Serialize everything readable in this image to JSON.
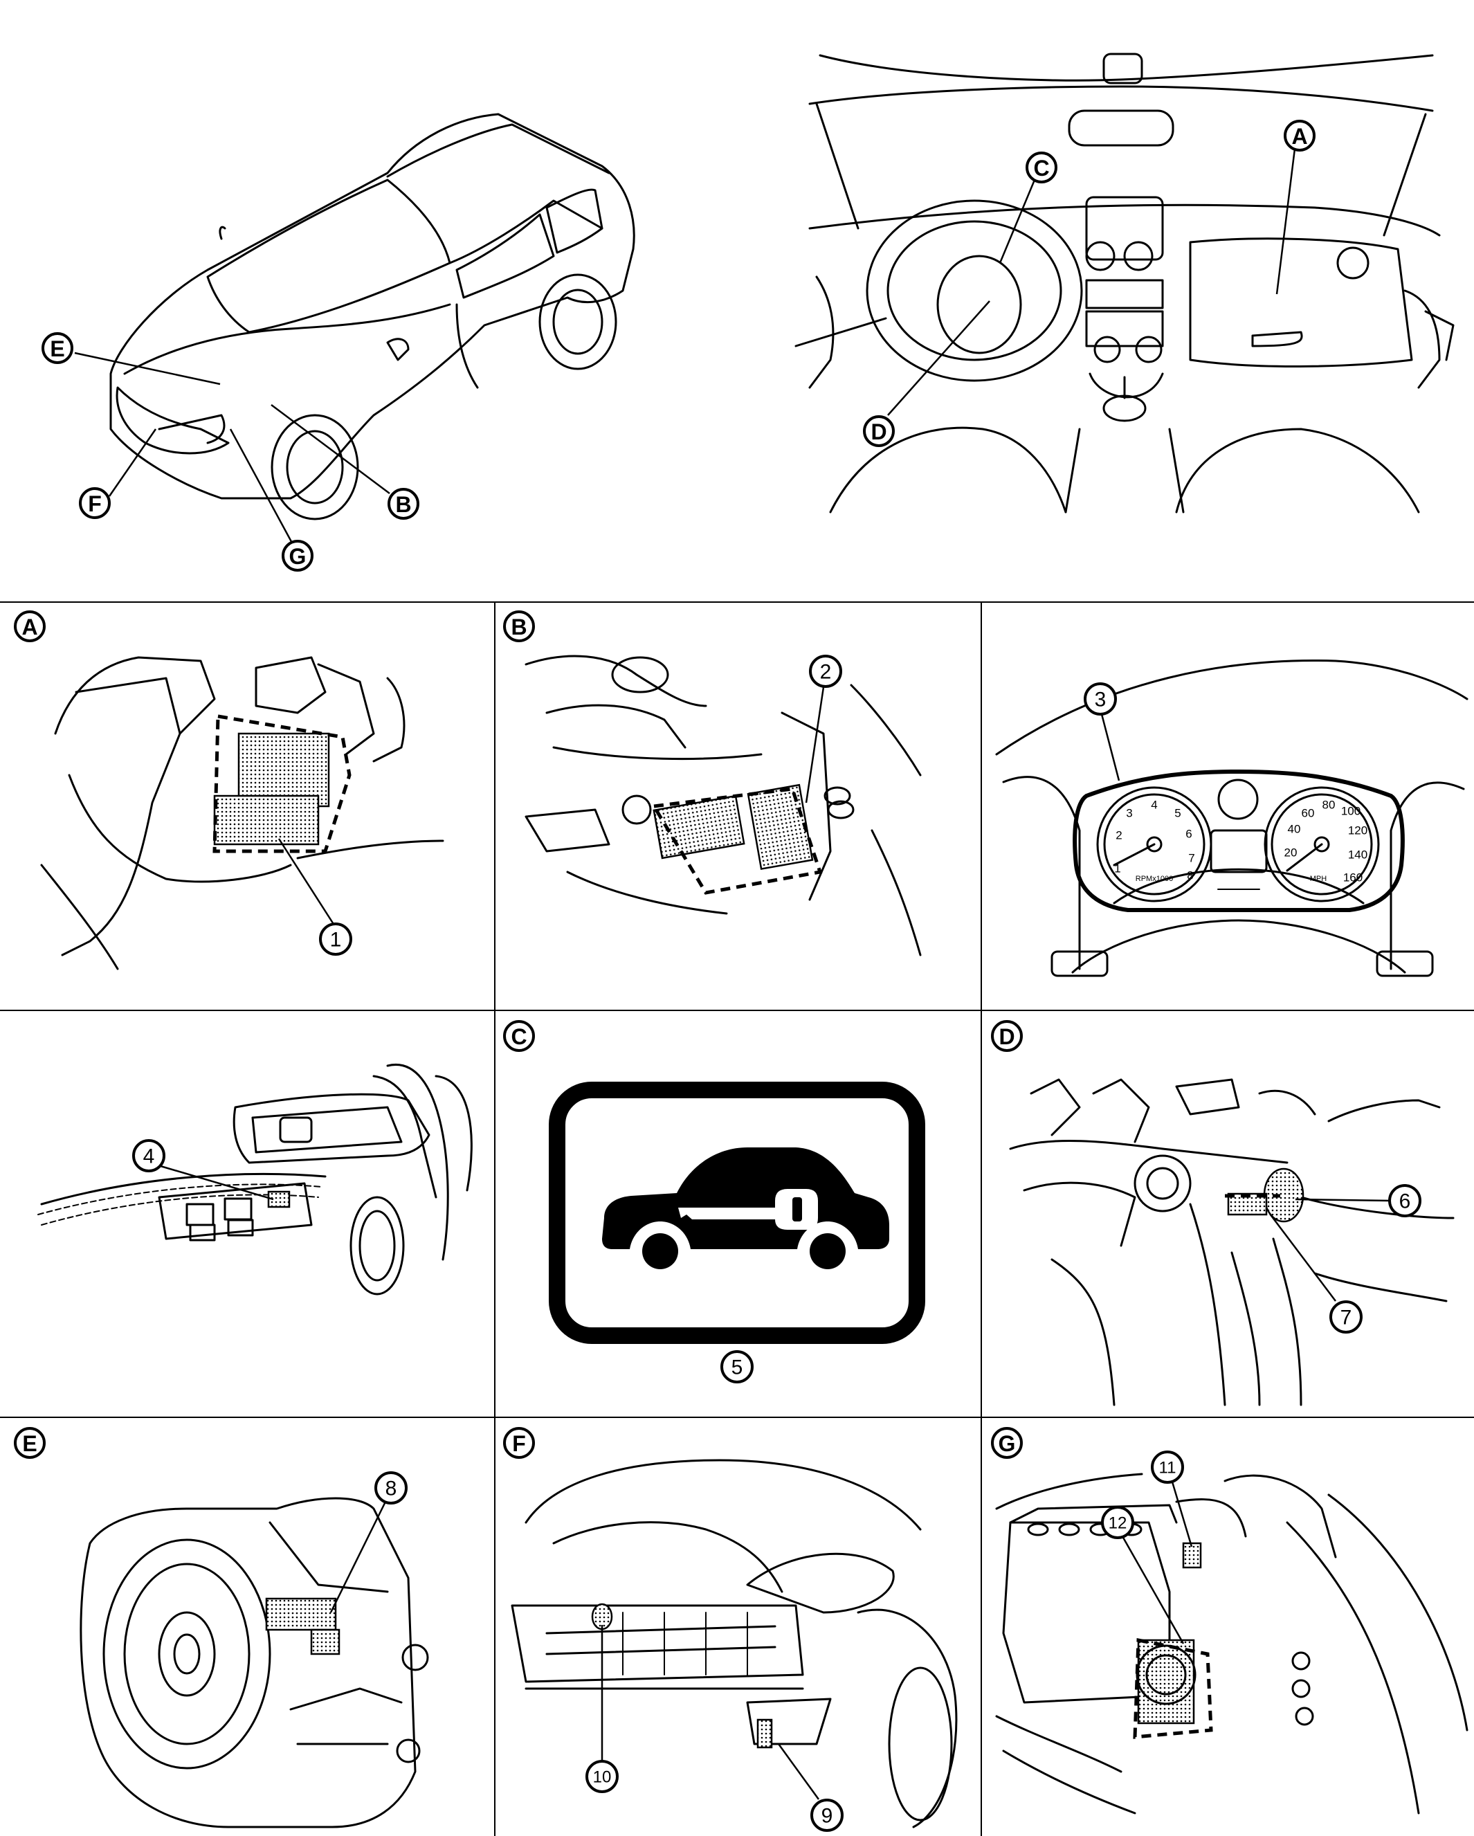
{
  "overview": {
    "exterior_callouts": [
      "E",
      "B",
      "F",
      "G"
    ],
    "interior_callouts": [
      "A",
      "C",
      "D"
    ]
  },
  "panels": [
    {
      "letter": "A",
      "items": [
        "1"
      ]
    },
    {
      "letter": "B",
      "items": [
        "2"
      ]
    },
    {
      "letter": "",
      "items": [
        "3"
      ]
    },
    {
      "letter": "",
      "items": [
        "4"
      ]
    },
    {
      "letter": "C",
      "items": [
        "5"
      ]
    },
    {
      "letter": "D",
      "items": [
        "6",
        "7"
      ]
    },
    {
      "letter": "E",
      "items": [
        "8"
      ]
    },
    {
      "letter": "F",
      "items": [
        "10",
        "9"
      ]
    },
    {
      "letter": "G",
      "items": [
        "11",
        "12"
      ]
    }
  ],
  "gauges": {
    "tach_ticks": [
      "1",
      "2",
      "3",
      "4",
      "5",
      "6",
      "7",
      "8"
    ],
    "tach_caption": "RPMx1000",
    "speed_ticks": [
      "20",
      "40",
      "60",
      "80",
      "100",
      "120",
      "140",
      "160"
    ],
    "speed_caption": "MPH"
  },
  "icons": {
    "security_indicator": "car-with-key-icon"
  }
}
